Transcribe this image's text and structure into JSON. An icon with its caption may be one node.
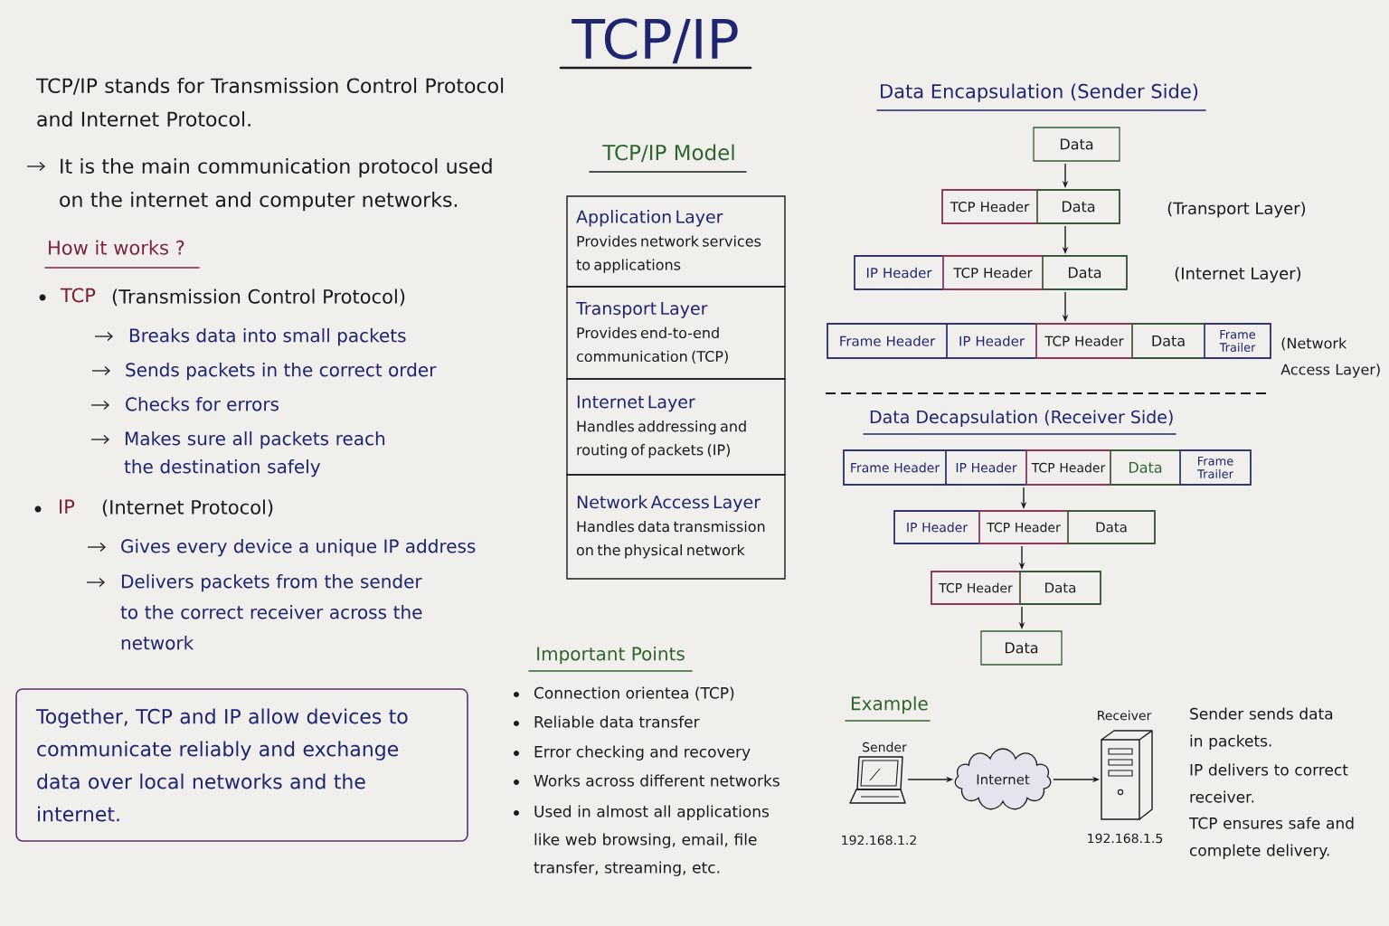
{
  "diagram": {
    "title": "TCP/IP",
    "nodes": [
      {
        "text": [
          "Together, TCP and IP allow devices to communicate reliably and exchange data over local networks and the internet."
        ]
      },
      {
        "text": [
          "Application Layer",
          "Provides network services to applications"
        ]
      },
      {
        "text": [
          "Transport Layer",
          "Provides end-to-end communication (TCP)"
        ]
      },
      {
        "text": [
          "Internet Layer",
          "Handles addressing and routing of packets (IP)"
        ]
      },
      {
        "text": [
          "Network Access Layer",
          "Handles data transmission on the physical network"
        ]
      },
      {
        "text": [
          "Data"
        ]
      },
      {
        "text": [],
        "shape": "box",
        "beside": [
          "(Transport Layer)"
        ]
      },
      {
        "text": [
          "TCP Header"
        ],
        "in": 6
      },
      {
        "text": [
          "Data"
        ],
        "in": 6
      },
      {
        "text": [],
        "shape": "box",
        "beside": [
          "(Internet Layer)"
        ]
      },
      {
        "text": [
          "IP Header"
        ],
        "in": 9
      },
      {
        "text": [
          "TCP Header"
        ],
        "in": 9
      },
      {
        "text": [
          "Data"
        ],
        "in": 9
      },
      {
        "text": [],
        "shape": "box",
        "beside": [
          "(Network Access Layer)"
        ]
      },
      {
        "text": [
          "Frame Header"
        ],
        "in": 13
      },
      {
        "text": [
          "IP Header"
        ],
        "in": 13
      },
      {
        "text": [
          "TCP Header"
        ],
        "in": 13
      },
      {
        "text": [
          "Data"
        ],
        "in": 13
      },
      {
        "text": [
          "Frame Trailer"
        ],
        "in": 13
      },
      {
        "text": [],
        "shape": "box"
      },
      {
        "text": [
          "Frame Header"
        ],
        "in": 19
      },
      {
        "text": [
          "IP Header"
        ],
        "in": 19
      },
      {
        "text": [
          "TCP Header"
        ],
        "in": 19
      },
      {
        "text": [
          "Data"
        ],
        "in": 19
      },
      {
        "text": [
          "Frame Trailer"
        ],
        "in": 19
      },
      {
        "text": [],
        "shape": "box"
      },
      {
        "text": [
          "IP Header"
        ],
        "in": 25
      },
      {
        "text": [
          "TCP Header"
        ],
        "in": 25
      },
      {
        "text": [
          "Data"
        ],
        "in": 25
      },
      {
        "text": [],
        "shape": "box"
      },
      {
        "text": [
          "TCP Header"
        ],
        "in": 29
      },
      {
        "text": [
          "Data"
        ],
        "in": 29
      },
      {
        "text": [
          "Data"
        ]
      },
      {
        "text": [
          "Sender"
        ],
        "beside": [
          "192.168.1.2"
        ]
      },
      {
        "text": [
          "Internet"
        ]
      },
      {
        "text": [
          "Receiver"
        ],
        "beside": [
          "192.168.1.5"
        ]
      }
    ],
    "edges": [
      {
        "from": 5,
        "to": 6,
        "arrow": "to"
      },
      {
        "from": 6,
        "to": 9,
        "arrow": "to"
      },
      {
        "from": 9,
        "to": 13,
        "arrow": "to"
      },
      {
        "from": 19,
        "to": 25,
        "arrow": "to"
      },
      {
        "from": 25,
        "to": 29,
        "arrow": "to"
      },
      {
        "from": 29,
        "to": 32,
        "arrow": "to"
      },
      {
        "from": 33,
        "to": 34,
        "arrow": "to"
      },
      {
        "from": 34,
        "to": 35,
        "arrow": "to"
      }
    ],
    "labels": [
      "TCP/IP stands for Transmission Control Protocol and Internet Protocol.",
      "It is the main communication protocol used on the internet and computer networks.",
      "How it works ?",
      "TCP",
      "(Transmission Control Protocol)",
      "Breaks data into small packets",
      "Sends packets in the correct order",
      "Checks for errors",
      "Makes sure all packets reach the destination safely",
      "IP",
      "(Internet Protocol)",
      "Gives every device a unique IP address",
      "Delivers packets from the sender to the correct receiver across the network",
      "TCP/IP Model",
      "Important Points",
      "Connection orientea (TCP)",
      "Reliable data transfer",
      "Error checking and recovery",
      "Works across different networks",
      "Used in almost all applications like web browsing, email, file transfer, streaming, etc.",
      "Data Encapsulation (Sender Side)",
      "Data Decapsulation (Receiver Side)",
      "Example",
      "Sender sends data in packets.",
      "IP delivers to correct receiver.",
      "TCP ensures safe and complete delivery."
    ]
  }
}
